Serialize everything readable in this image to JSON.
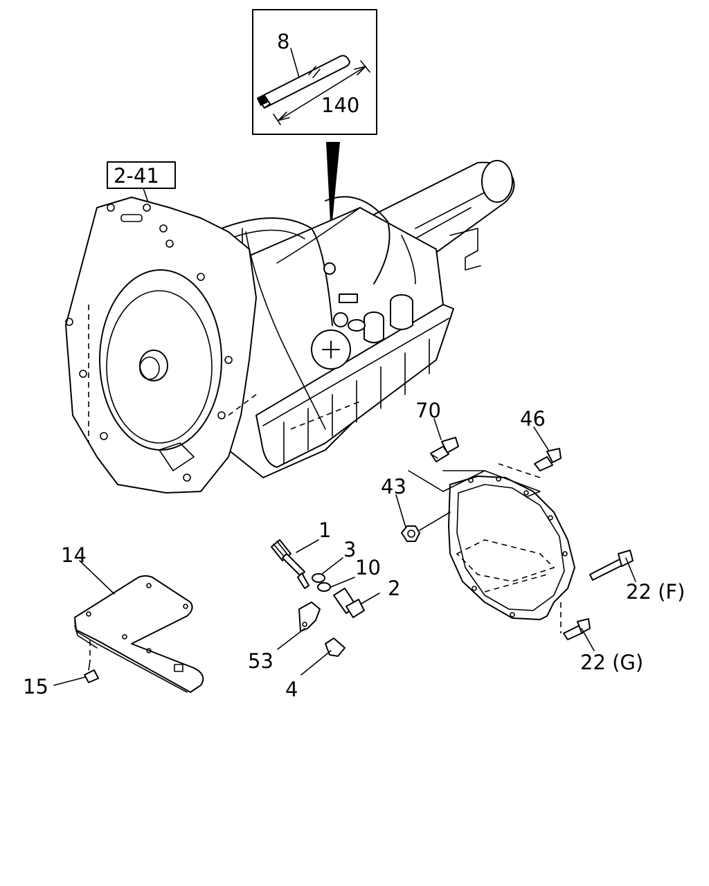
{
  "diagram": {
    "ref_box_label": "2-41",
    "inset_dimension": "140",
    "callouts": {
      "p8": "8",
      "p70": "70",
      "p46": "46",
      "p43": "43",
      "p1": "1",
      "p3": "3",
      "p10": "10",
      "p2": "2",
      "p14": "14",
      "p53": "53",
      "p4": "4",
      "p15": "15",
      "p22f": "22 (F)",
      "p22g": "22 (G)"
    }
  }
}
